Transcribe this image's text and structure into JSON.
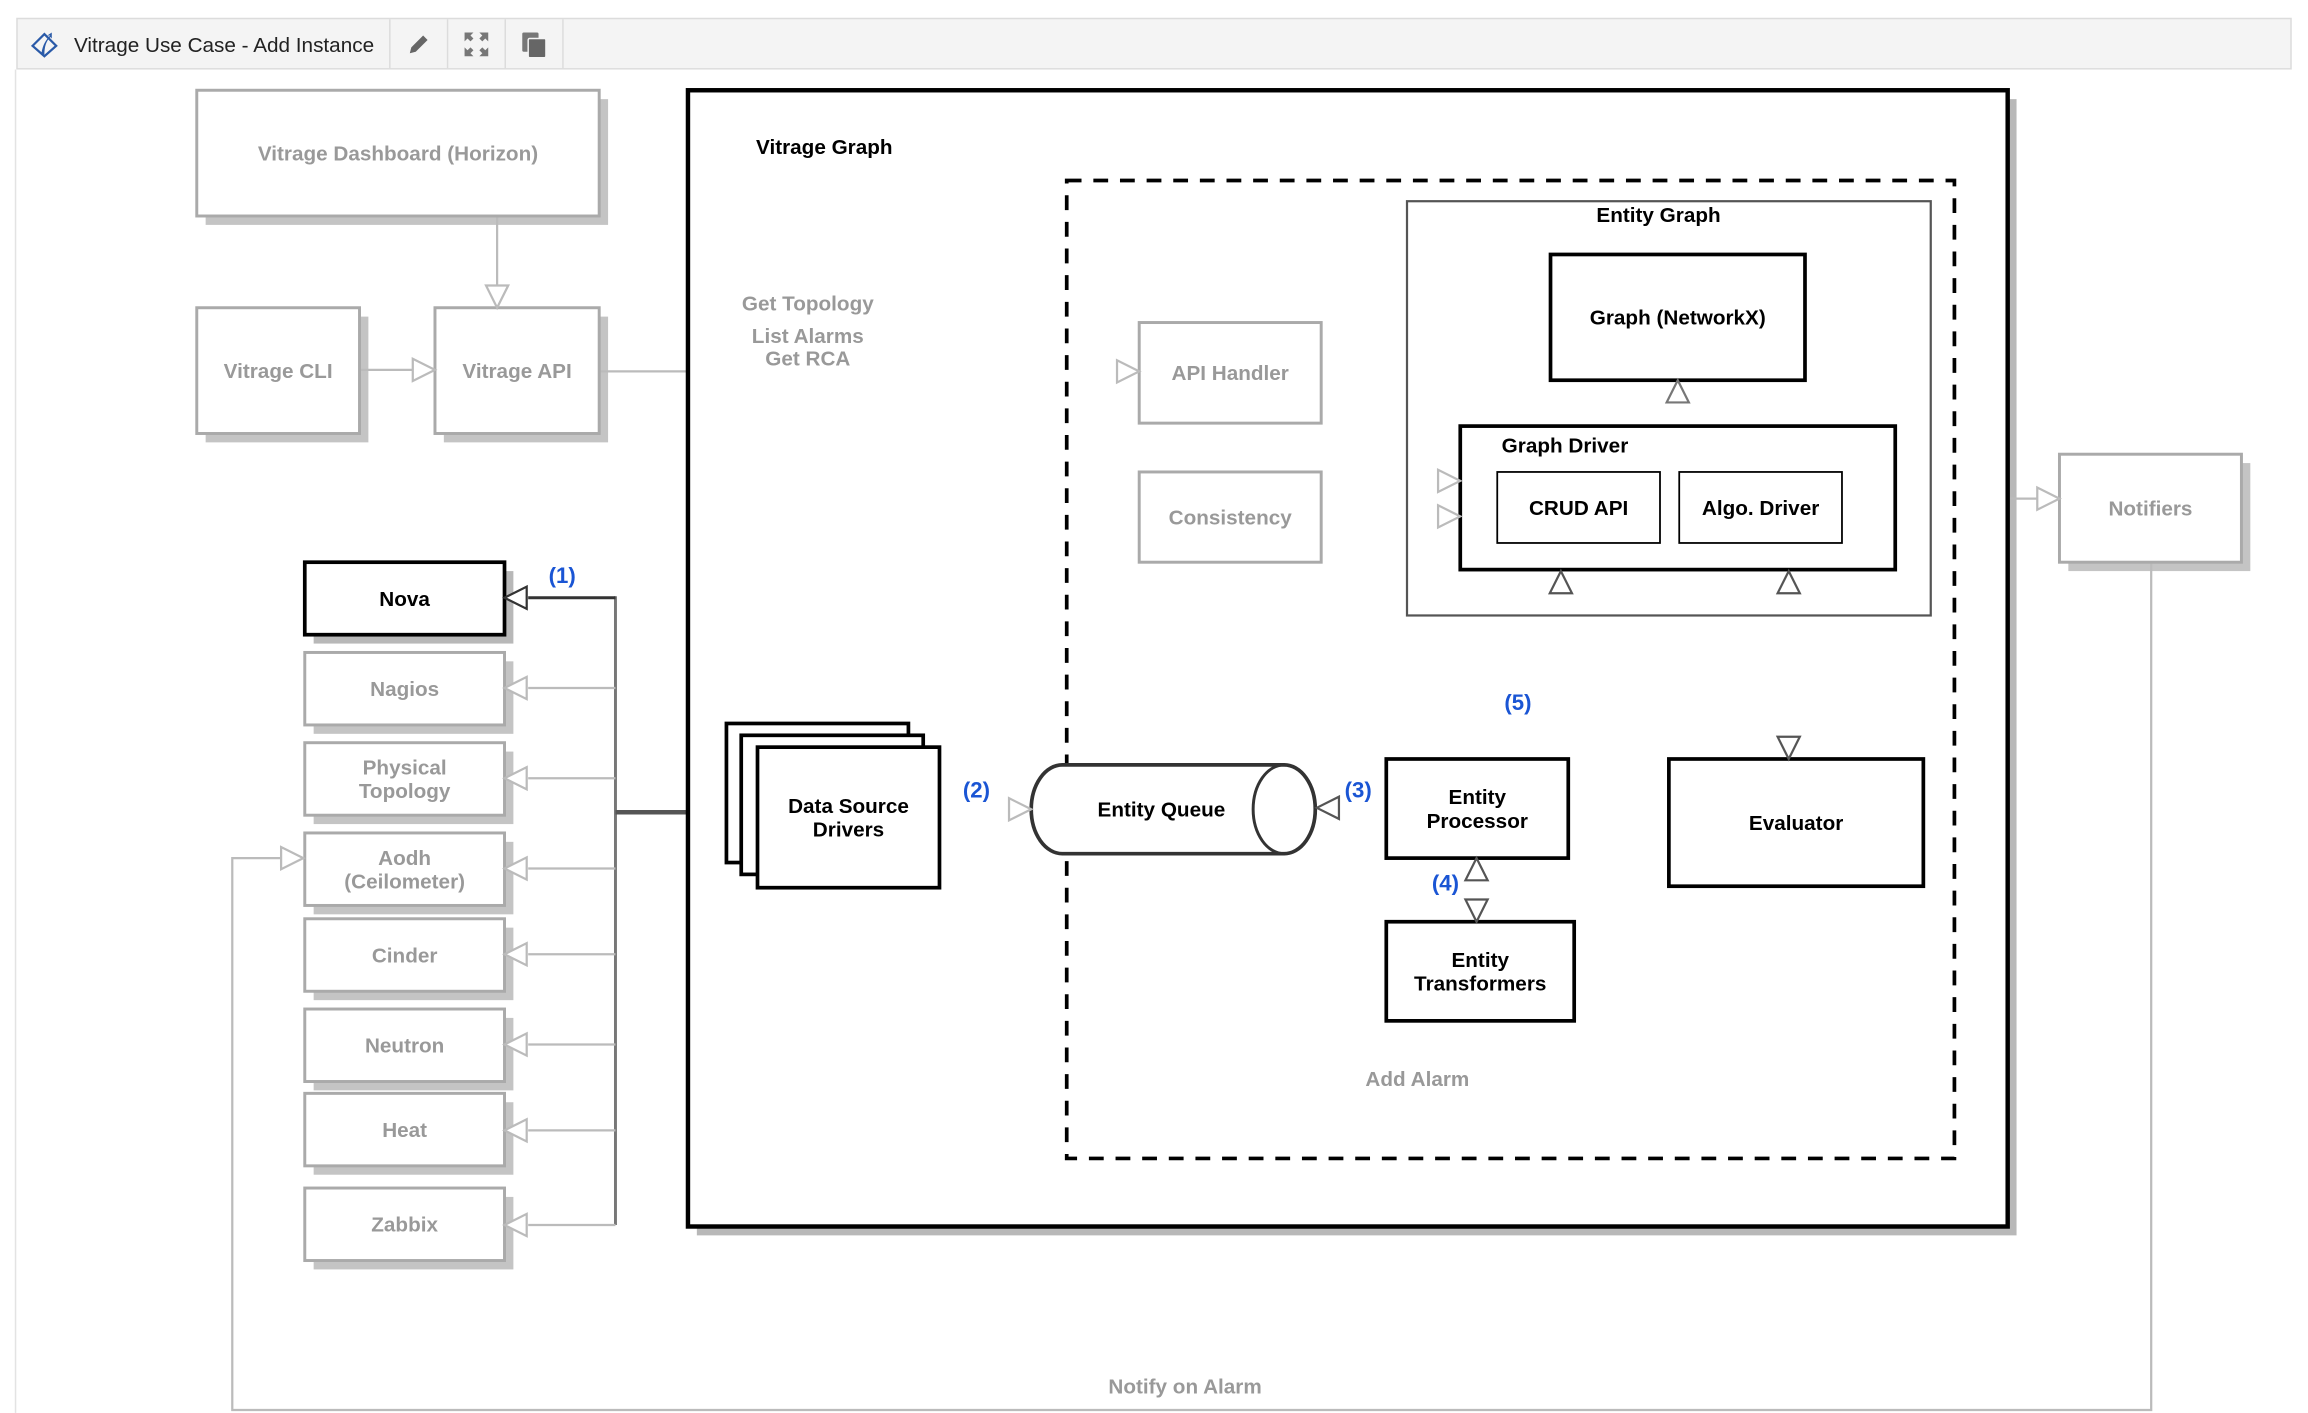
{
  "toolbar": {
    "title": "Vitrage Use Case - Add Instance",
    "logo_icon": "vitrage-logo-icon",
    "buttons": [
      {
        "name": "edit",
        "icon": "pencil-icon"
      },
      {
        "name": "fullscreen",
        "icon": "expand-icon"
      },
      {
        "name": "copy",
        "icon": "copy-icon"
      }
    ]
  },
  "colors": {
    "gray_text": "#999999",
    "gray_line": "#aaaaaa",
    "black": "#000000",
    "step_label": "#1a55d4"
  },
  "diagram": {
    "boxes": {
      "dashboard": [
        "Vitrage Dashboard (Horizon)"
      ],
      "cli": [
        "Vitrage CLI"
      ],
      "api": [
        "Vitrage API"
      ],
      "api_handler": [
        "API Handler"
      ],
      "consistency": [
        "Consistency"
      ],
      "notifiers": [
        "Notifiers"
      ],
      "graph_networkx": [
        "Graph (NetworkX)"
      ],
      "crud_api": [
        "CRUD API"
      ],
      "algo_driver": [
        "Algo. Driver"
      ],
      "data_source_drivers": [
        "Data Source",
        "Drivers"
      ],
      "entity_processor": [
        "Entity",
        "Processor"
      ],
      "entity_transformers": [
        "Entity",
        "Transformers"
      ],
      "evaluator": [
        "Evaluator"
      ],
      "nova": [
        "Nova"
      ],
      "nagios": [
        "Nagios"
      ],
      "physical_topology": [
        "Physical",
        "Topology"
      ],
      "aodh": [
        "Aodh",
        "(Ceilometer)"
      ],
      "cinder": [
        "Cinder"
      ],
      "neutron": [
        "Neutron"
      ],
      "heat": [
        "Heat"
      ],
      "zabbix": [
        "Zabbix"
      ]
    },
    "containers": {
      "vitrage_graph": "Vitrage Graph",
      "entity_graph": "Entity Graph",
      "graph_driver": "Graph Driver"
    },
    "entity_queue": "Entity Queue",
    "edge_labels": {
      "get_topology": "Get Topology",
      "list_alarms": "List Alarms",
      "get_rca": "Get RCA",
      "add_alarm": "Add Alarm",
      "notify_on_alarm": "Notify on Alarm"
    },
    "steps": [
      "(1)",
      "(2)",
      "(3)",
      "(4)",
      "(5)"
    ]
  }
}
